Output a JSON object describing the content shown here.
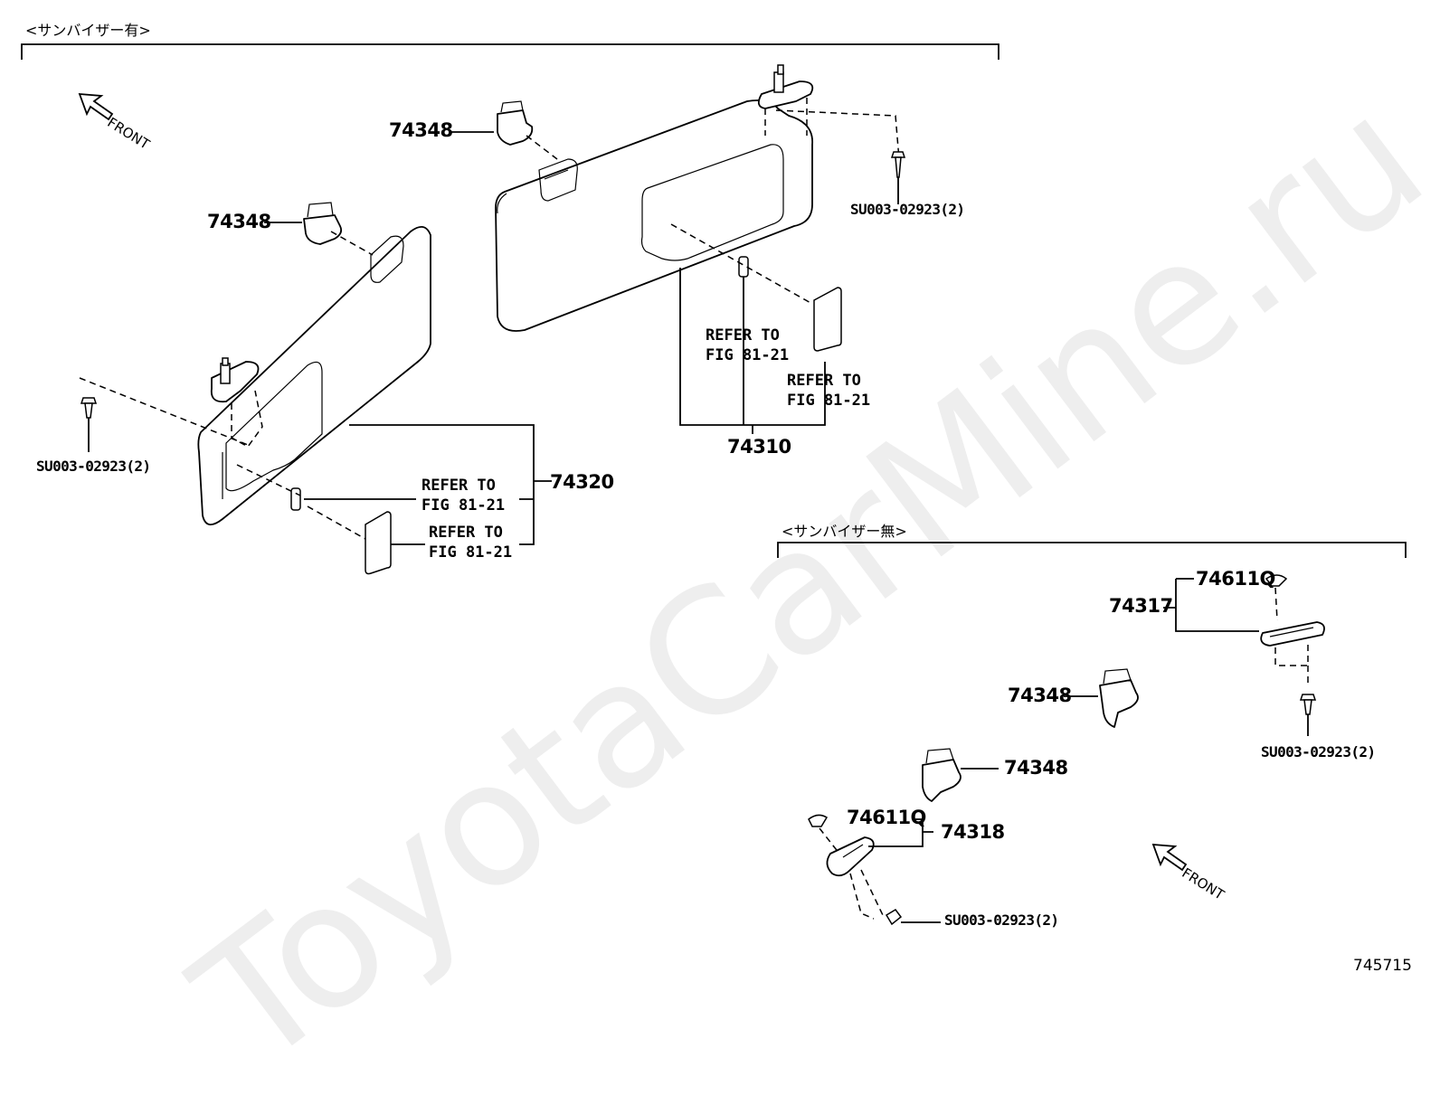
{
  "watermark": "ToyotaCarMine.ru",
  "figure_number": "745715",
  "sections": {
    "with_visor": "<サンバイザー有>",
    "without_visor": "<サンバイザー無>"
  },
  "front_label": "FRONT",
  "parts": {
    "holder_a": "74348",
    "holder_b": "74348",
    "holder_c": "74348",
    "holder_d": "74348",
    "visor_rh": "74310",
    "visor_lh": "74320",
    "holder_assy_rh": "74317",
    "holder_assy_lh": "74318",
    "cover_rh": "74611Q",
    "cover_lh": "74611Q"
  },
  "screws": {
    "screw_rh": "SU003-02923(2)",
    "screw_lh": "SU003-02923(2)",
    "screw_nv_rh": "SU003-02923(2)",
    "screw_nv_lh": "SU003-02923(2)"
  },
  "refs": {
    "rh_lamp": "REFER TO\nFIG 81-21",
    "rh_mirror": "REFER TO\nFIG 81-21",
    "lh_lamp": "REFER TO\nFIG 81-21",
    "lh_mirror": "REFER TO\nFIG 81-21"
  }
}
